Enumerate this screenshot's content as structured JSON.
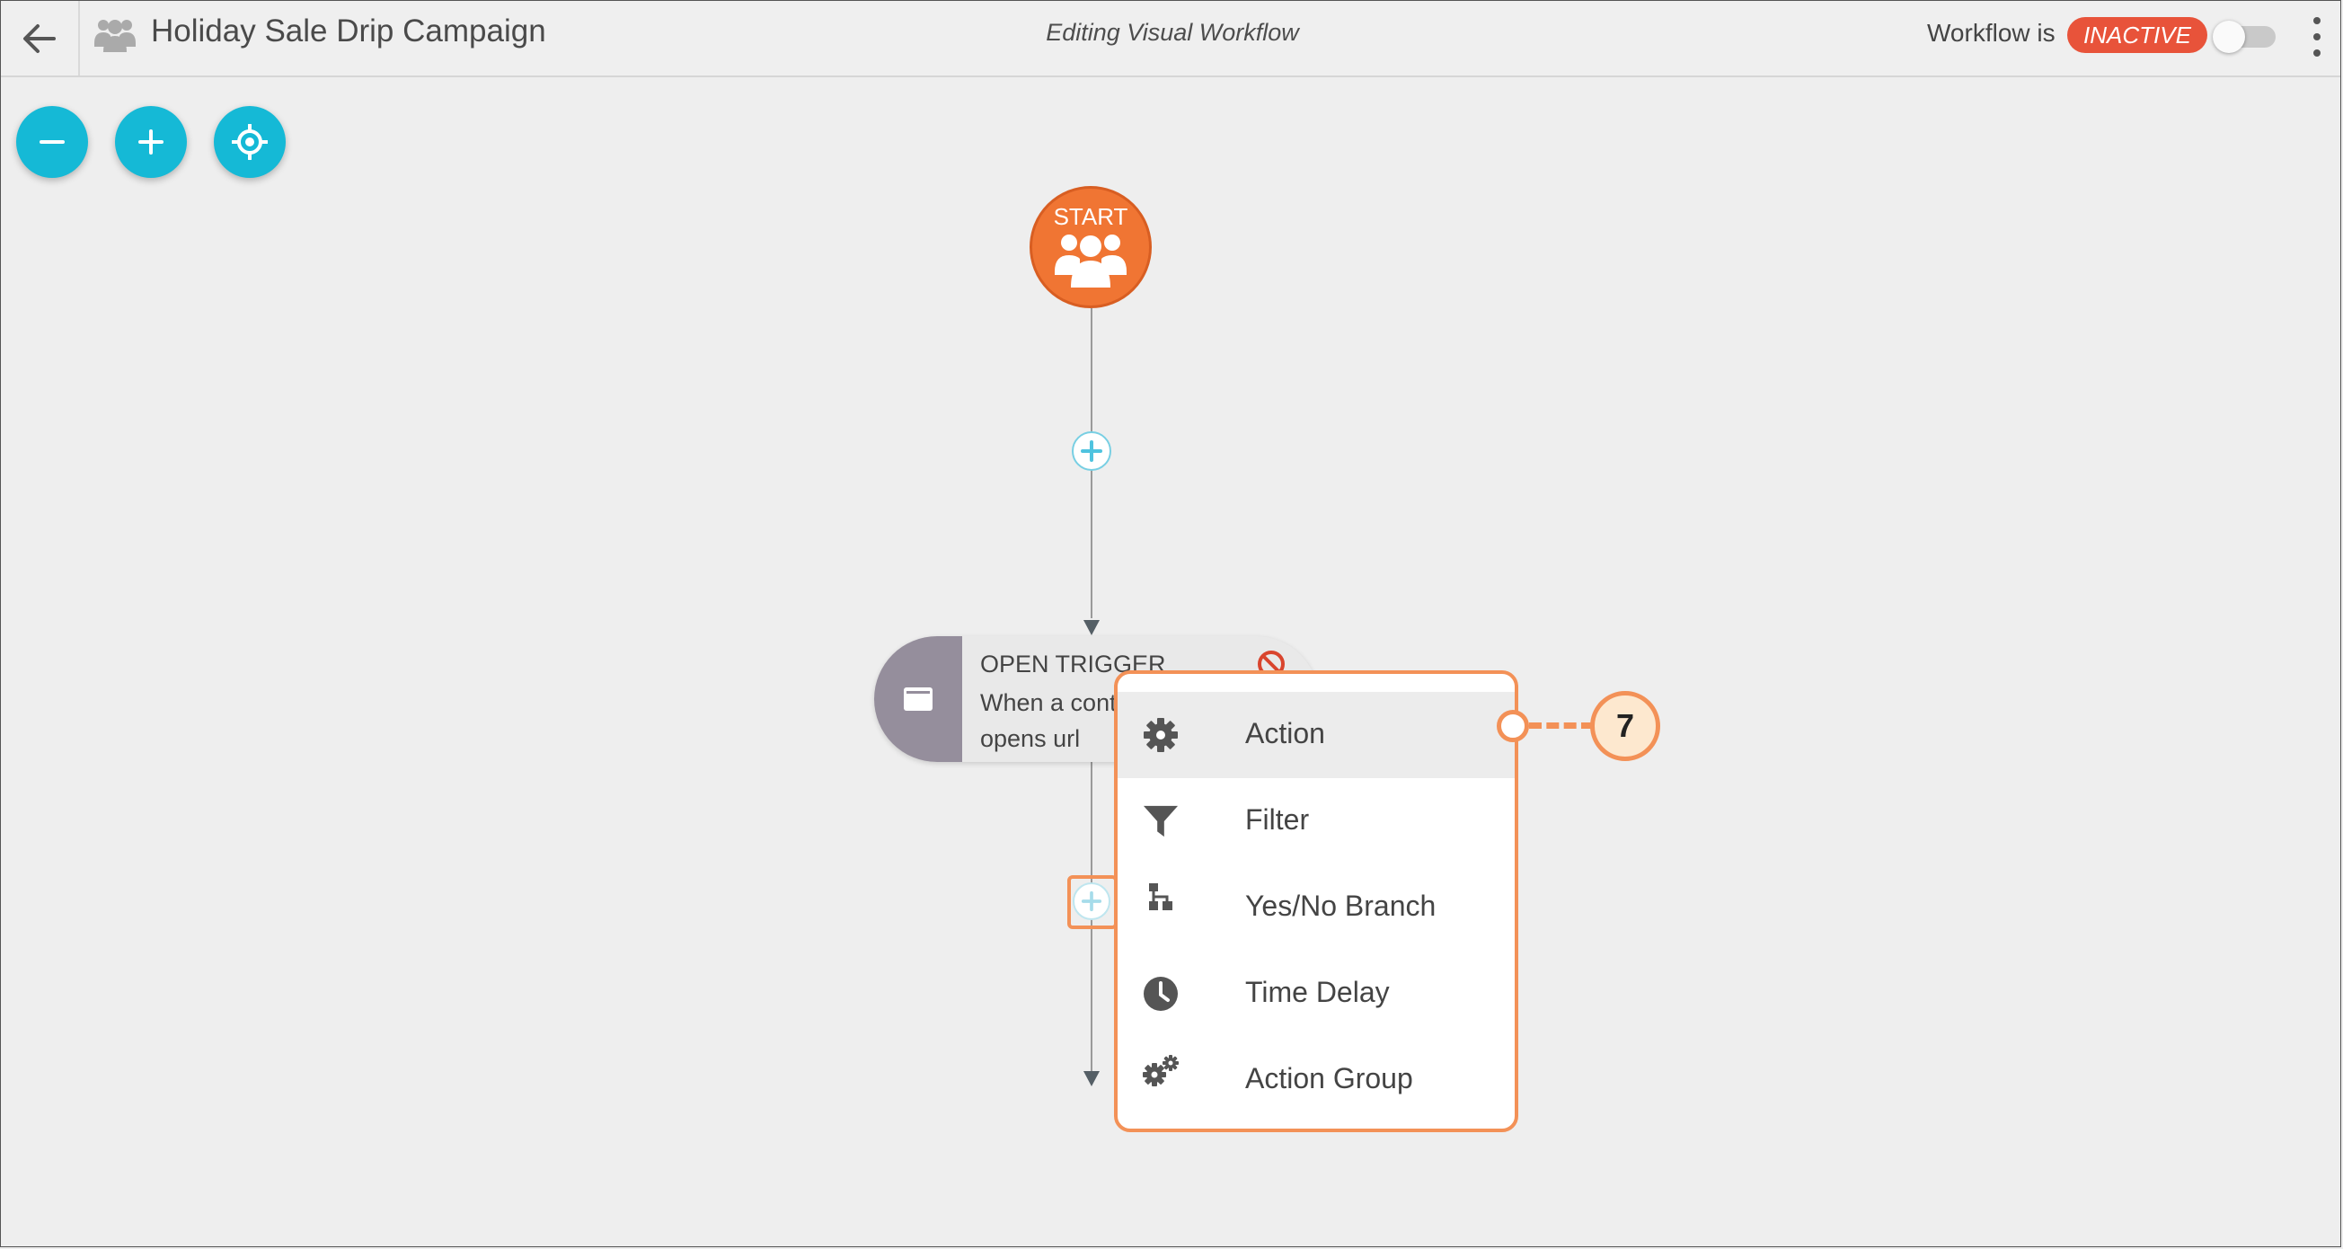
{
  "header": {
    "campaign_title": "Holiday Sale Drip Campaign",
    "editing_label": "Editing Visual Workflow",
    "status_prefix": "Workflow is",
    "status_badge": "INACTIVE",
    "toggle_on": false
  },
  "canvas": {
    "start_label": "START",
    "trigger": {
      "title": "OPEN TRIGGER",
      "description": "When a contact opens url"
    }
  },
  "menu": {
    "items": [
      {
        "label": "Action",
        "icon": "gear-icon"
      },
      {
        "label": "Filter",
        "icon": "filter-icon"
      },
      {
        "label": "Yes/No Branch",
        "icon": "branch-icon"
      },
      {
        "label": "Time Delay",
        "icon": "clock-icon"
      },
      {
        "label": "Action Group",
        "icon": "gears-icon"
      }
    ]
  },
  "callout": {
    "number": "7"
  },
  "colors": {
    "accent_teal": "#15b9d6",
    "start_orange": "#f07533",
    "inactive_red": "#e8533a",
    "highlight_orange": "#f39157"
  }
}
